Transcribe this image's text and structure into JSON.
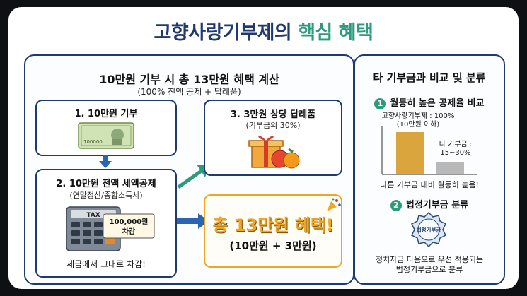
{
  "title": {
    "part1": "고향사랑기부제의",
    "part2": "핵심 혜택"
  },
  "left": {
    "title": "10만원 기부 시 총 13만원 혜택 계산",
    "subtitle": "(100% 전액 공제 + 답례품)",
    "step1": {
      "title": "1. 10만원 기부",
      "banknote_text": "100000"
    },
    "step2": {
      "title": "2. 10만원 전액 세액공제",
      "subtitle": "(연말정산/종합소득세)",
      "tax_label": "TAX",
      "deduct_amount": "100,000원",
      "deduct_word": "차감",
      "caption": "세금에서 그대로 차감!"
    },
    "step3": {
      "title": "3. 3만원 상당 답례품",
      "subtitle": "(기부금의 30%)"
    },
    "total": {
      "big": "총 13만원 혜택!",
      "sub": "(10만원 + 3만원)"
    }
  },
  "right": {
    "title": "타 기부금과 비교 및 분류",
    "section1": {
      "num": "1",
      "title": "월등히 높은 공제율 비교",
      "bar1_label_line1": "고향사랑기부제 : 100%",
      "bar1_label_line2": "(10만원 이하)",
      "bar2_label_line1": "타 기부금 :",
      "bar2_label_line2": "15~30%",
      "caption": "다른 기부금 대비 월등히 높음!"
    },
    "chart_values": {
      "hometown_rate_pct": 100,
      "other_rate_pct_range": [
        15,
        30
      ]
    },
    "section2": {
      "num": "2",
      "title": "법정기부금 분류",
      "seal_text": "법정기부금",
      "caption_line1": "정치자금 다음으로 우선 적용되는",
      "caption_line2": "법정기부금으로 분류"
    }
  },
  "colors": {
    "navy": "#1f3a6e",
    "green": "#2e9a7d",
    "gold": "#f0a623",
    "bar_gold": "#d9a53c",
    "bar_gray": "#b9b9b9"
  }
}
